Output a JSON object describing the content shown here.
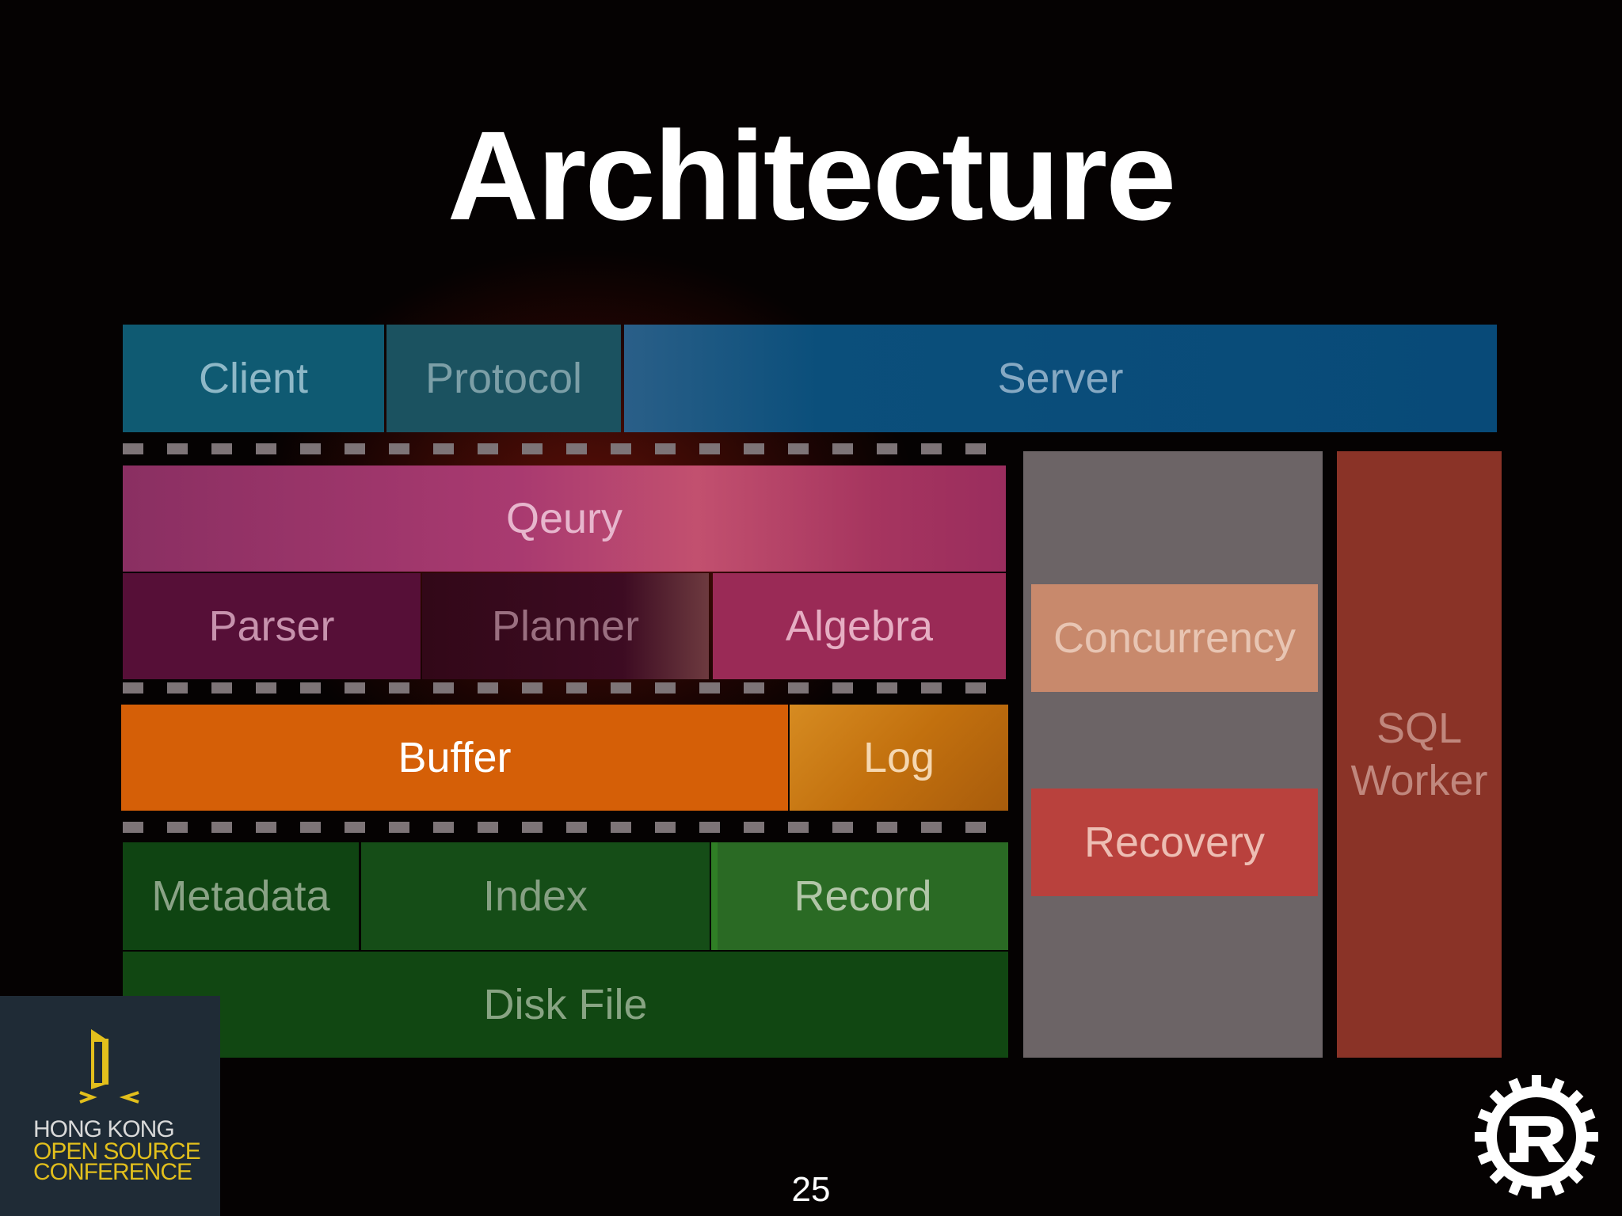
{
  "slide": {
    "title": "Architecture",
    "page_number": "25"
  },
  "diagram": {
    "top_row": {
      "client": "Client",
      "protocol": "Protocol",
      "server": "Server"
    },
    "query_layer": {
      "query": "Qeury",
      "parser": "Parser",
      "planner": "Planner",
      "algebra": "Algebra"
    },
    "buffer_layer": {
      "buffer": "Buffer",
      "log": "Log"
    },
    "storage_layer": {
      "metadata": "Metadata",
      "index": "Index",
      "record": "Record",
      "disk_file": "Disk File"
    },
    "side_column": {
      "concurrency": "Concurrency",
      "recovery": "Recovery"
    },
    "worker": {
      "line1": "SQL",
      "line2": "Worker"
    }
  },
  "conference_logo": {
    "line1": "HONG KONG",
    "line2": "OPEN SOURCE",
    "line3": "CONFERENCE"
  },
  "colors": {
    "client": "#0f5a72",
    "protocol": "#1b5260",
    "server": "#0a4f7c",
    "query": "#9a3468",
    "parser": "#560f37",
    "planner": "#3a0a20",
    "algebra": "#9a2a56",
    "buffer": "#d55f07",
    "log": "#c97a14",
    "storage": "#124f16",
    "side_column": "#6c6466",
    "concurrency": "#c8896c",
    "recovery": "#b9413d",
    "worker": "#8a3327",
    "conference_yellow": "#e2bf1c"
  }
}
